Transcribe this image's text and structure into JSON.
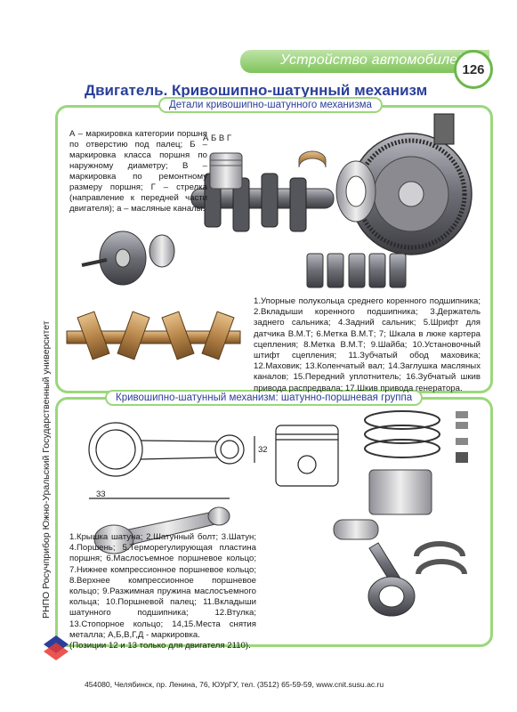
{
  "header": {
    "chapter": "Устройство автомобилей",
    "page_number": "126",
    "title": "Двигатель. Кривошипно-шатунный механизм"
  },
  "section1": {
    "label": "Детали кривошипно-шатунного механизма",
    "note": "А – маркировка категории поршня по отверстию под палец; Б – маркировка класса поршня по наружному диаметру; В – маркировка по ремонтному размеру поршня; Г – стрелка (направление к передней части двигателя); а – масляные каналы.",
    "letters_top": "А Б В Г",
    "legend": "1.Упорные полукольца среднего коренного подшипника; 2.Вкладыши коренного подшипника; 3.Держатель заднего сальника; 4.Задний сальник; 5.Шрифт для датчика В.М.Т; 6.Метка В.М.Т; 7; Шкала в люке картера сцепления; 8.Метка В.М.Т; 9.Шайба; 10.Установочный штифт сцепления; 11.Зубчатый обод маховика; 12.Маховик; 13.Коленчатый вал; 14.Заглушка масляных каналов; 15.Передний уплотнитель; 16.Зубчатый шкив привода распредвала; 17.Шкив привода генератора."
  },
  "section2": {
    "label": "Кривошипно-шатунный механизм: шатунно-поршневая группа",
    "legend": "1.Крышка шатуна; 2.Шатунный болт; 3.Шатун; 4.Поршень; 5.Терморегулирующая пластина поршня; 6.Маслосъемное поршневое кольцо; 7.Нижнее компрессионное поршневое кольцо; 8.Верхнее компрессионное поршневое кольцо; 9.Разжимная пружина маслосъемного кольца; 10.Поршневой палец; 11.Вкладыши шатунного подшипника; 12.Втулка; 13.Стопорное кольцо; 14,15.Места снятия металла; А,Б,В,Г,Д - маркировка.",
    "legend_note": "(Позиции 12 и 13 только для двигателя 2110).",
    "dim_33": "33",
    "dim_32": "32"
  },
  "side": {
    "text": "РНПО Росучприбор    Южно-Уральский Государственный университет"
  },
  "footer": {
    "address": "454080, Челябинск, пр. Ленина, 76, ЮУрГУ, тел. (3512) 65-59-59, www.cnit.susu.ac.ru"
  },
  "colors": {
    "frame_green": "#9bd77a",
    "title_blue": "#2a3f9a",
    "metal": "#7a7a80",
    "bronze": "#b8864a"
  }
}
